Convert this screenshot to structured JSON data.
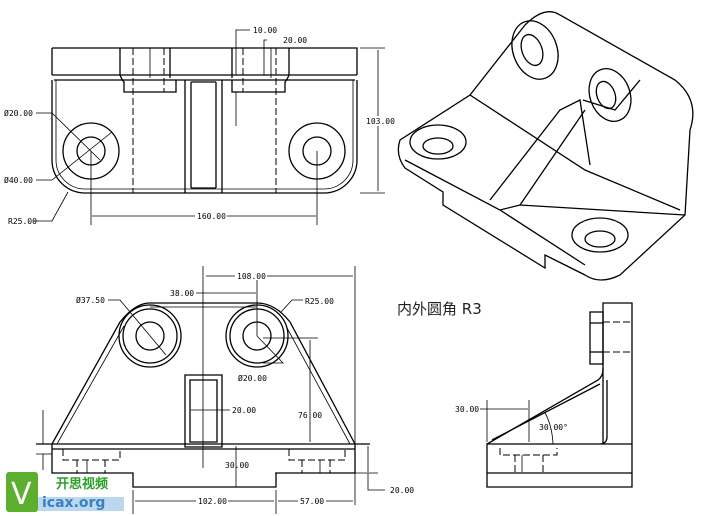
{
  "note": "内外圆角 R3",
  "top_view": {
    "dims": {
      "d20": "Ø20.00",
      "d40": "Ø40.00",
      "r25": "R25.00",
      "w160": "160.00",
      "h103": "103.00",
      "t10": "10.00",
      "t20": "20.00"
    }
  },
  "front_view": {
    "dims": {
      "w108": "108.00",
      "w38": "38.00",
      "d375": "Ø37.50",
      "r25": "R25.00",
      "d20": "Ø20.00",
      "s20": "20.00",
      "h76": "76.00",
      "h30": "30.00",
      "h20": "20.00",
      "w102": "102.00",
      "w57": "57.00"
    }
  },
  "side_view": {
    "dims": {
      "w30": "30.00",
      "a30": "30.00°"
    }
  },
  "watermark": {
    "letter": "V",
    "cn": "开思视频",
    "site": "icax.org"
  }
}
